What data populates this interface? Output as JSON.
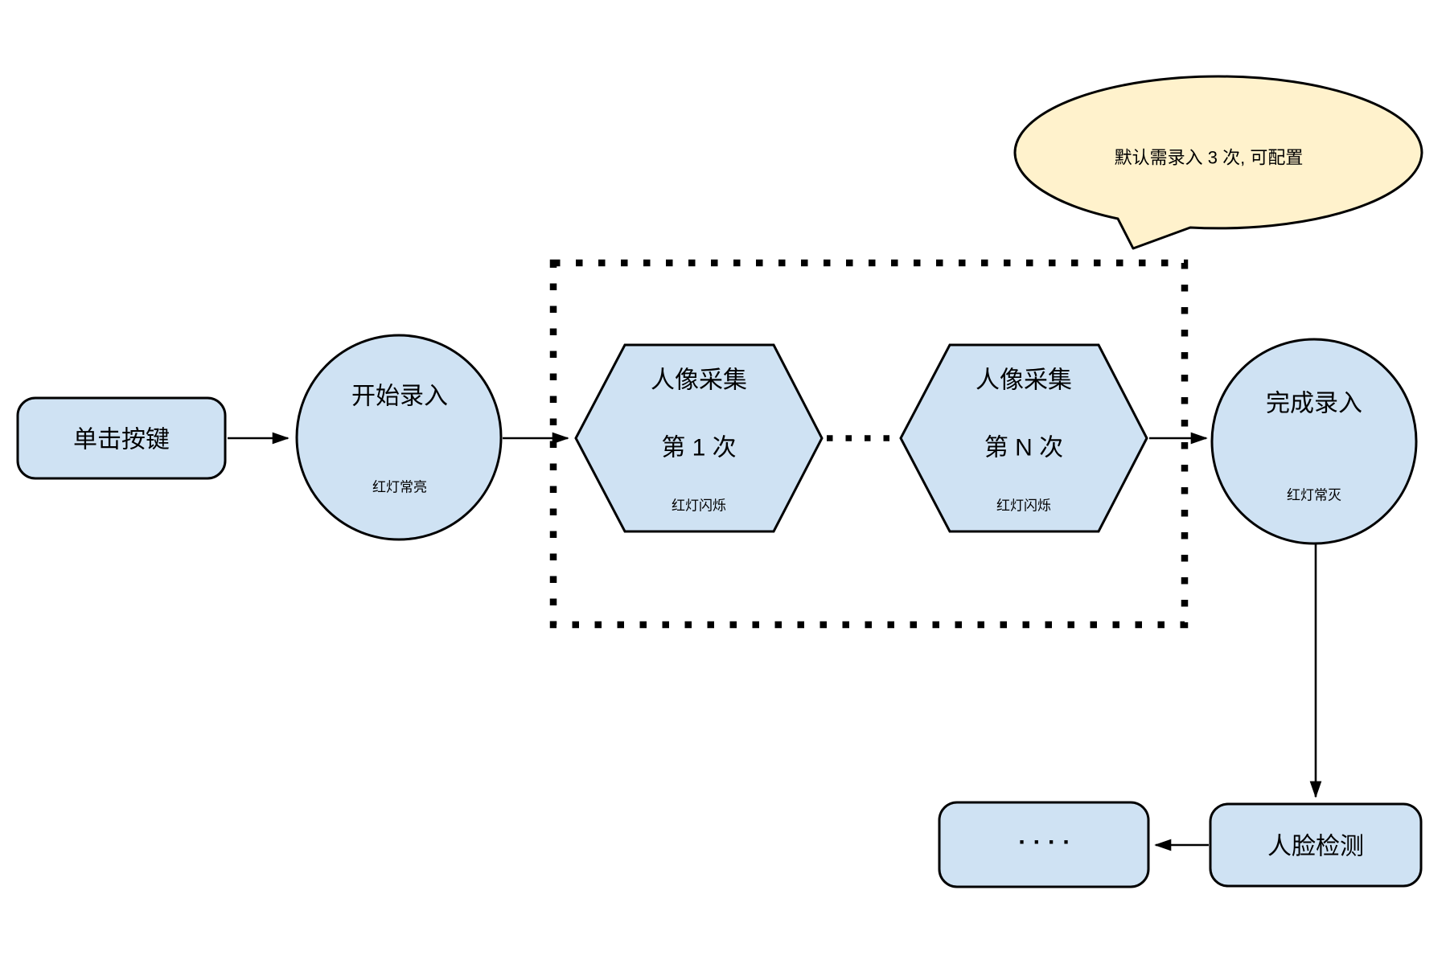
{
  "colors": {
    "node_fill": "#cfe2f3",
    "node_stroke": "#000000",
    "callout_fill": "#fff2cc"
  },
  "callout": {
    "text": "默认需录入 3 次, 可配置"
  },
  "nodes": {
    "click_button": {
      "label": "单击按键"
    },
    "start_enroll": {
      "label": "开始录入",
      "status": "红灯常亮"
    },
    "capture_first": {
      "title": "人像采集",
      "subtitle": "第 1 次",
      "status": "红灯闪烁"
    },
    "capture_nth": {
      "title": "人像采集",
      "subtitle": "第 N 次",
      "status": "红灯闪烁"
    },
    "finish_enroll": {
      "label": "完成录入",
      "status": "红灯常灭"
    },
    "face_detect": {
      "label": "人脸检测"
    },
    "ellipsis_step": {
      "label": "...."
    }
  }
}
